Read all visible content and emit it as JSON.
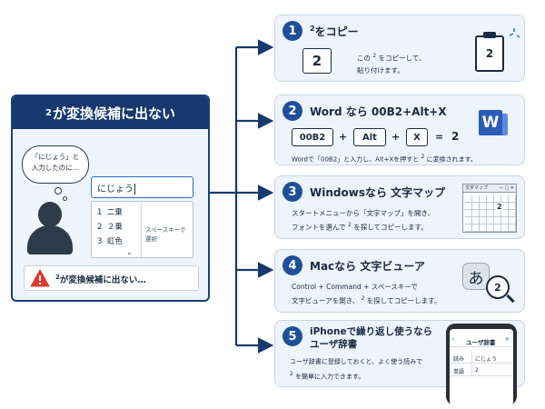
{
  "problem": {
    "title_sup": "2",
    "title": "が変換候補に出ない",
    "bubble_line1": "「にじょう」と",
    "bubble_line2": "入力したのに…",
    "ime_input": "にじょう",
    "candidates": [
      {
        "num": "1",
        "text": "二乗"
      },
      {
        "num": "2",
        "text": "２乗"
      },
      {
        "num": "3",
        "text": "虹色"
      }
    ],
    "candidate_hint_line1": "スペースキーで",
    "candidate_hint_line2": "選択",
    "warning_sup": "2",
    "warning_text": "が変換候補に出ない…"
  },
  "steps": [
    {
      "number": "1",
      "title_sup": "2",
      "title": "をコピー",
      "key": "2",
      "desc_pre1": "この",
      "desc_sup": "2",
      "desc_post1": "をコピーして、",
      "desc_line2": "貼り付けます。",
      "clipboard_value": "2"
    },
    {
      "number": "2",
      "title": "Word なら 00B2+Alt+X",
      "keys": [
        "00B2",
        "Alt",
        "X"
      ],
      "plus": "+",
      "equals": "=",
      "result": "2",
      "word_letter": "W",
      "desc_pre": "Wordで「00B2」と入力し、Alt+Xを押すと",
      "desc_sup": "2",
      "desc_post": "に変換されます。"
    },
    {
      "number": "3",
      "title": "Windowsなら 文字マップ",
      "desc_line1": "スタートメニューから「文字マップ」を開き、",
      "desc_pre2": "フォントを選んで",
      "desc_sup": "2",
      "desc_post2": "を探してコピーします。",
      "charmap_title": "文字マップ",
      "charmap_controls": "— ▢ ✕",
      "charmap_char": "2"
    },
    {
      "number": "4",
      "title": "Macなら 文字ビューア",
      "desc_line1": "Control + Command + スペースキーで",
      "desc_pre2": "文字ビューアを開き、",
      "desc_sup": "2",
      "desc_post2": "を探してコピーします。",
      "viewer_char": "あ",
      "viewer_result": "2"
    },
    {
      "number": "5",
      "title_line1": "iPhoneで繰り返し使うなら",
      "title_line2": "ユーザ辞書",
      "desc_line1": "ユーザ辞書に登録しておくと、よく使う読みで",
      "desc_sup": "2",
      "desc_post2": "を簡単に入力できます。",
      "phone_title": "ユーザ辞書",
      "phone_back": "‹",
      "phone_add": "+",
      "rows": [
        {
          "label": "読み",
          "value": "にじょう"
        },
        {
          "label": "単語",
          "value": "2"
        }
      ]
    }
  ],
  "colors": {
    "navy": "#17396f",
    "accent": "#1f4f9a",
    "card_bg": "#eef4fb",
    "warning": "#d93a2f"
  }
}
